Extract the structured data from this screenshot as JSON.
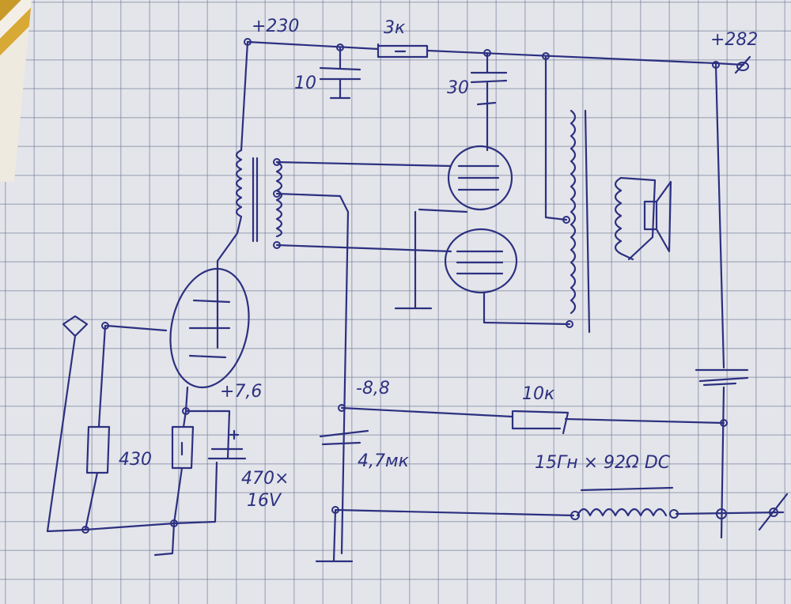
{
  "diagram": {
    "labels": {
      "b_plus_230": "+230",
      "r_3k": "3к",
      "c_10": "10",
      "c_30": "30",
      "b_plus_282": "+282",
      "cathode_plus_7_6": "+7,6",
      "r_430": "430",
      "c_470": "470×",
      "c_470_voltage": "16V",
      "bias_minus_8_8": "-8,8",
      "c_4_7": "4,7мк",
      "r_10k": "10к",
      "choke": "15Гн × 92Ω DC"
    },
    "ink_color": "#2c3080"
  }
}
